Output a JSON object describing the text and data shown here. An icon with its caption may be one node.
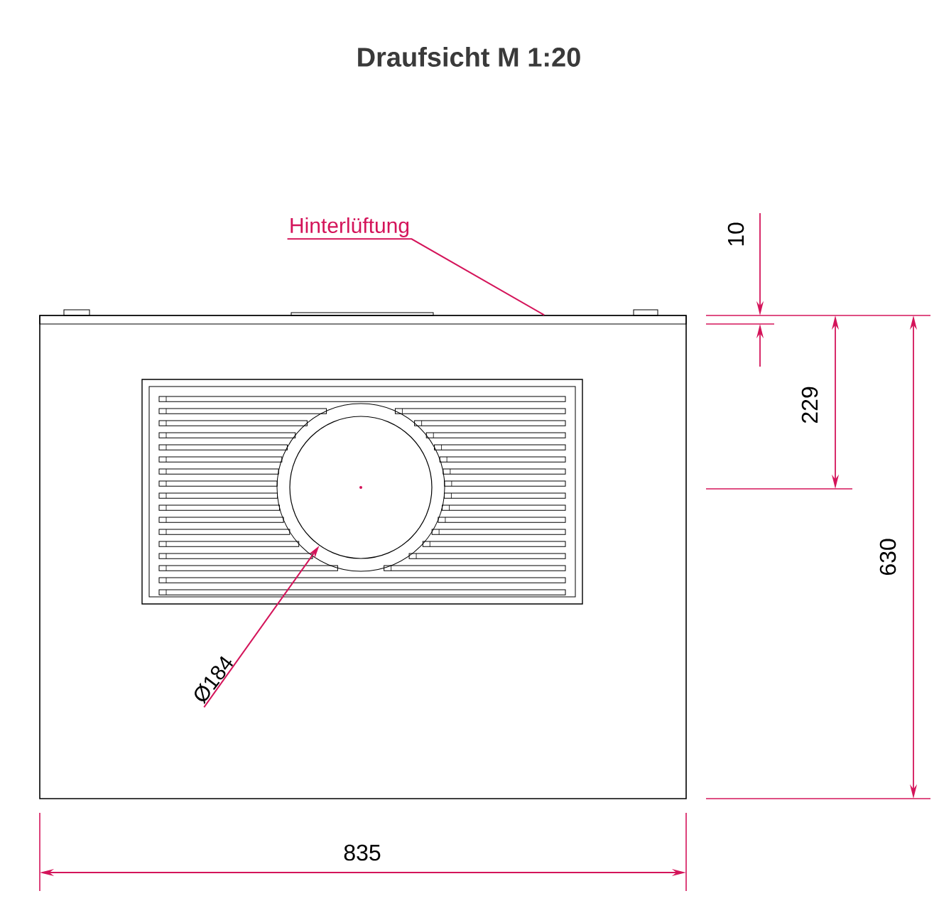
{
  "diagram": {
    "title": "Draufsicht M 1:20",
    "nodes": [
      {
        "text": [
          "Hinterlüftung"
        ]
      },
      {
        "text": [],
        "shape": "bar"
      },
      {
        "text": [
          "Ø184"
        ]
      },
      {
        "text": [],
        "shape": "circle"
      }
    ],
    "edges": [
      {
        "from": 0,
        "to": 1,
        "arrow": "none"
      },
      {
        "from": 2,
        "to": 3,
        "arrow": "to"
      }
    ],
    "labels": [
      "10",
      "229",
      "630",
      "835"
    ]
  }
}
